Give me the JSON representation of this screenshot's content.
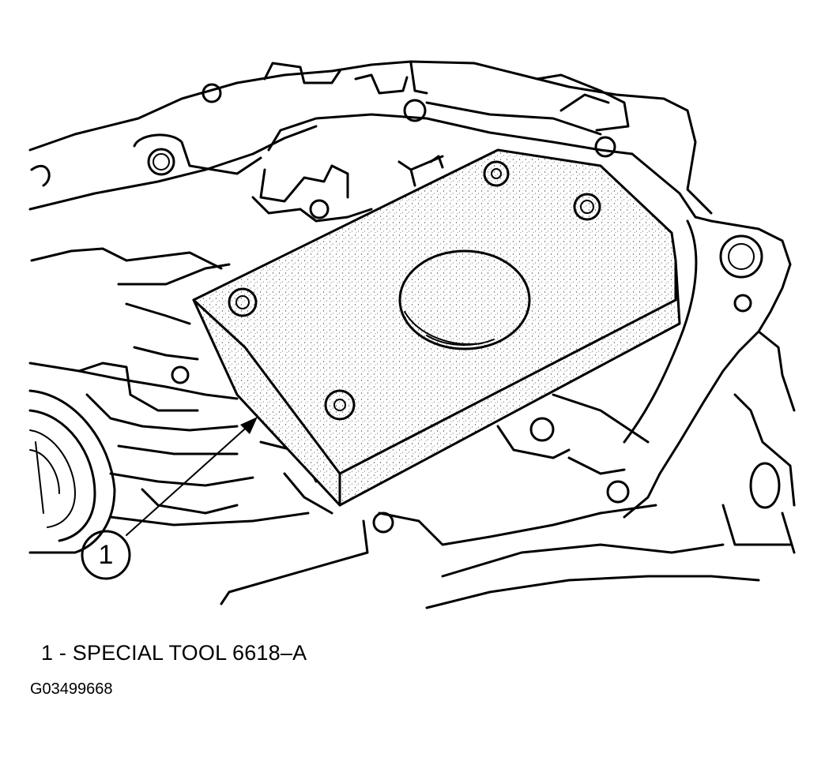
{
  "diagram": {
    "callouts": [
      {
        "number": "1"
      }
    ],
    "legend": [
      {
        "text": "1 - SPECIAL TOOL 6618–A"
      }
    ],
    "figure_id": "G03499668"
  },
  "colors": {
    "line": "#000000",
    "background": "#ffffff",
    "tool_fill": "#e6e6e6"
  }
}
